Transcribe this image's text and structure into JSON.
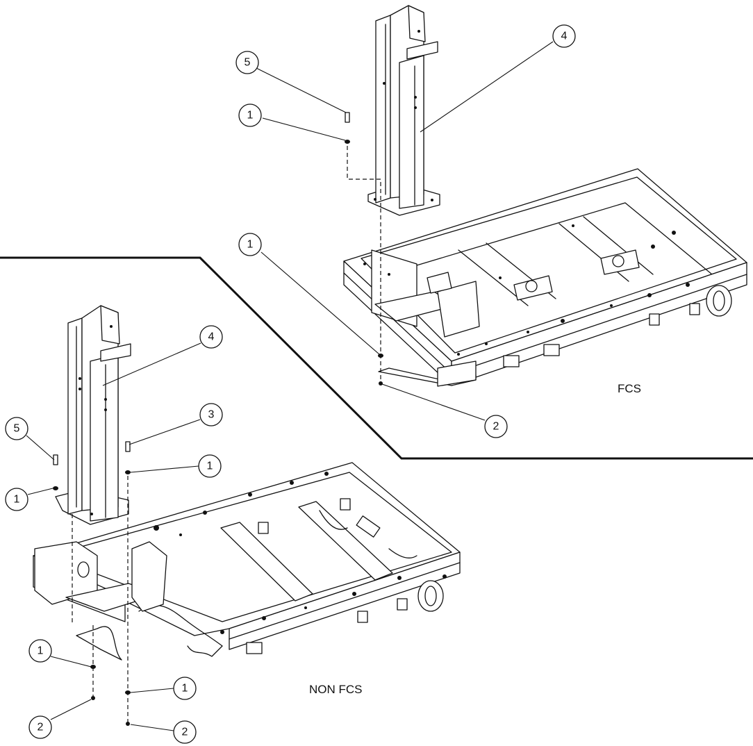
{
  "labels": {
    "fcs": "FCS",
    "non_fcs": "NON FCS"
  },
  "callouts": [
    {
      "id": "c-fcs-5",
      "number": "5"
    },
    {
      "id": "c-fcs-1a",
      "number": "1"
    },
    {
      "id": "c-fcs-4",
      "number": "4"
    },
    {
      "id": "c-fcs-1b",
      "number": "1"
    },
    {
      "id": "c-fcs-2",
      "number": "2"
    },
    {
      "id": "c-non-4",
      "number": "4"
    },
    {
      "id": "c-non-5",
      "number": "5"
    },
    {
      "id": "c-non-3",
      "number": "3"
    },
    {
      "id": "c-non-1a",
      "number": "1"
    },
    {
      "id": "c-non-1b",
      "number": "1"
    },
    {
      "id": "c-non-1c",
      "number": "1"
    },
    {
      "id": "c-non-2a",
      "number": "2"
    },
    {
      "id": "c-non-1d",
      "number": "1"
    },
    {
      "id": "c-non-2b",
      "number": "2"
    }
  ],
  "colors": {
    "line": "#111111",
    "background": "#ffffff"
  }
}
